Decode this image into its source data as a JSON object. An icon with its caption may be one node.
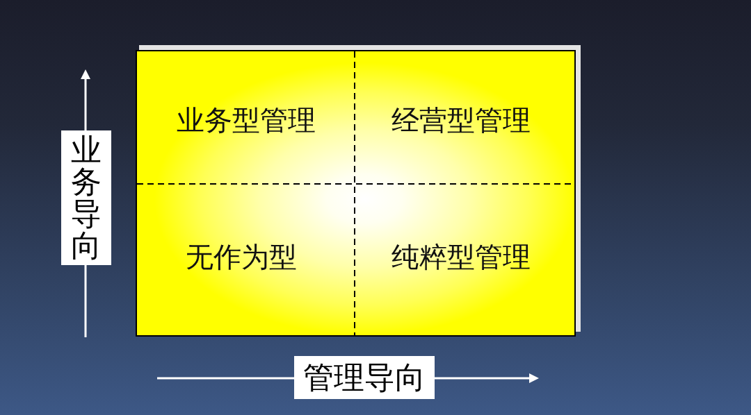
{
  "diagram": {
    "nodes": [
      {
        "text": [
          "业务型管理"
        ]
      },
      {
        "text": [
          "经营型管理"
        ]
      },
      {
        "text": [
          "无作为型"
        ]
      },
      {
        "text": [
          "纯粹型管理"
        ]
      },
      {
        "text": [
          "业务导向"
        ]
      },
      {
        "text": [
          "管理导向"
        ]
      }
    ]
  }
}
